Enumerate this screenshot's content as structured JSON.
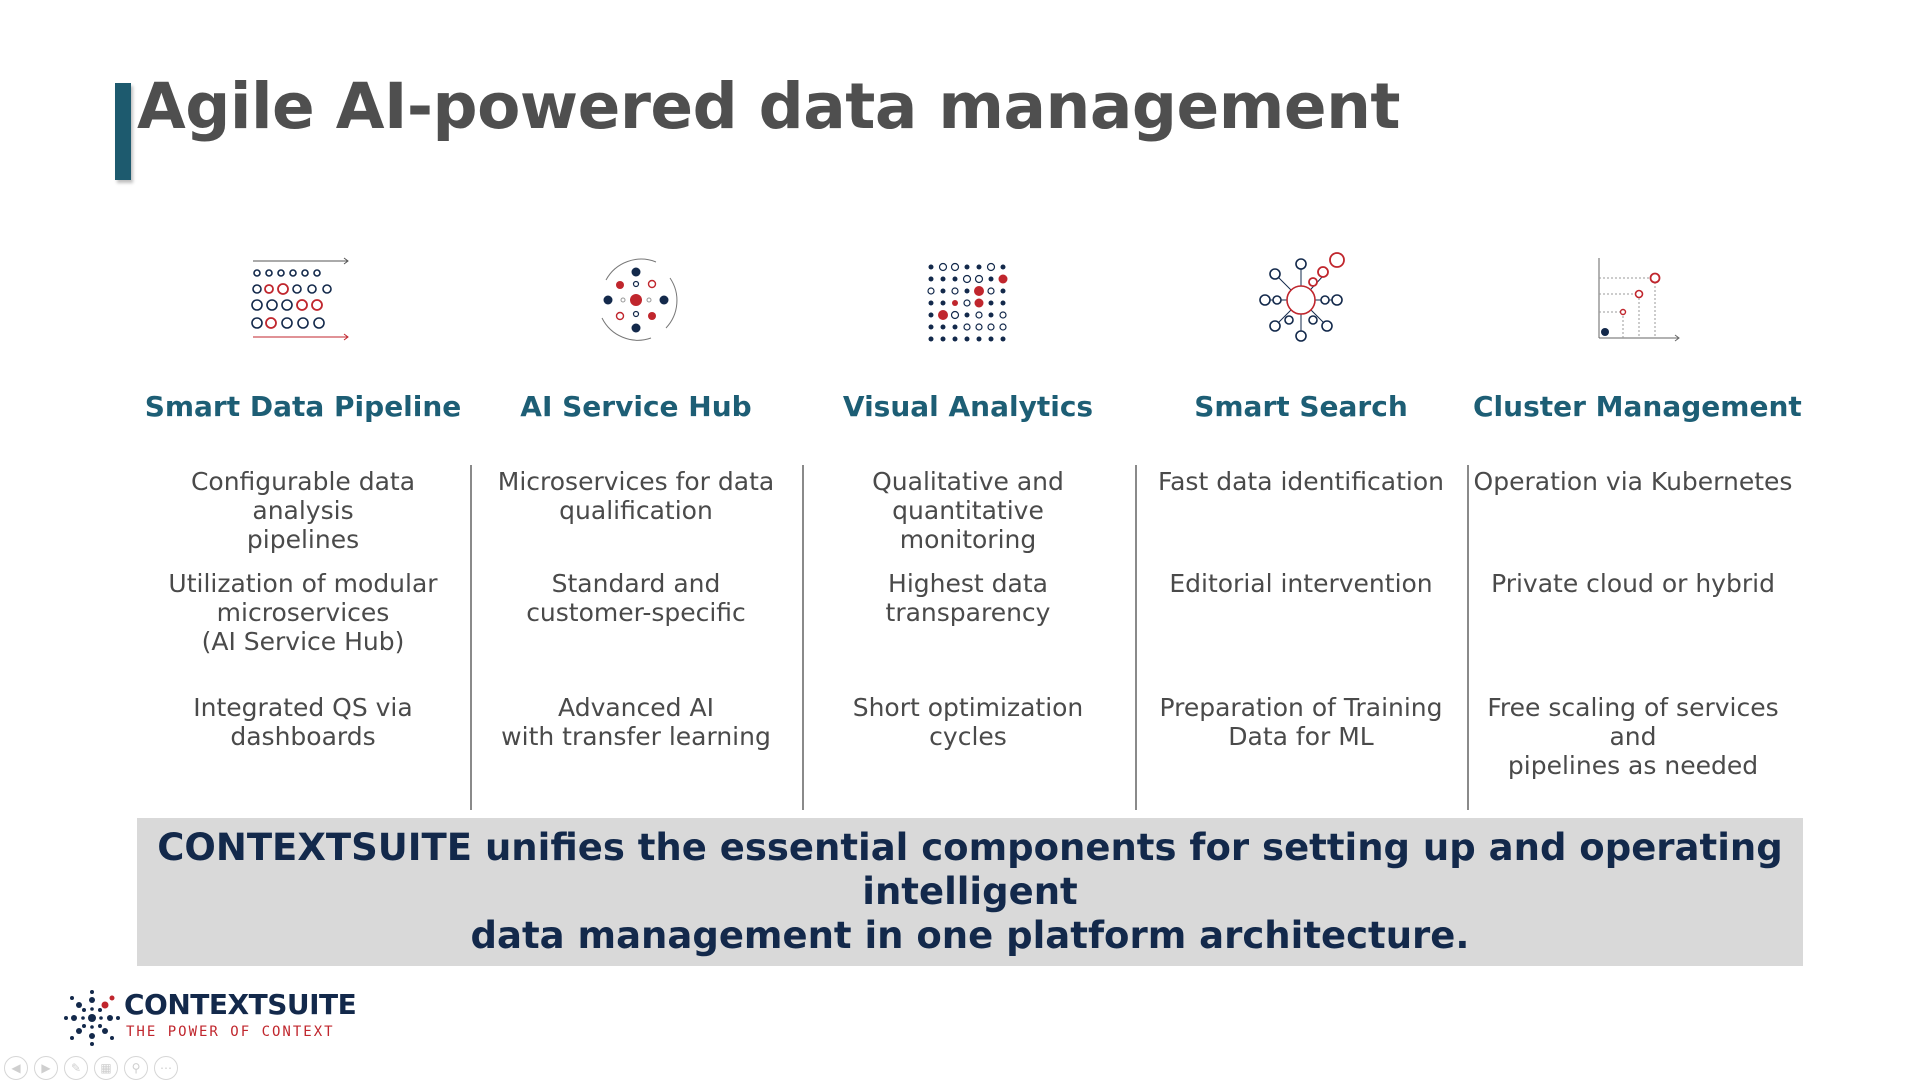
{
  "slide": {
    "title": "Agile AI-powered data management",
    "columns": [
      {
        "id": "pipeline",
        "icon": "pipeline-matrix-icon",
        "title": "Smart Data Pipeline",
        "features": [
          "Configurable data analysis\npipelines",
          "Utilization of modular\nmicroservices\n(AI Service Hub)",
          "Integrated QS via\ndashboards"
        ]
      },
      {
        "id": "hub",
        "icon": "service-hub-icon",
        "title": "AI Service Hub",
        "features": [
          "Microservices for data\nqualification",
          "Standard and\ncustomer-specific",
          "Advanced AI\nwith transfer learning"
        ]
      },
      {
        "id": "analytics",
        "icon": "dot-grid-analytics-icon",
        "title": "Visual Analytics",
        "features": [
          "Qualitative and quantitative\nmonitoring",
          "Highest data\ntransparency",
          "Short optimization\ncycles"
        ]
      },
      {
        "id": "search",
        "icon": "network-search-icon",
        "title": "Smart Search",
        "features": [
          "Fast data identification",
          "Editorial intervention",
          "Preparation of Training\nData for ML"
        ]
      },
      {
        "id": "cluster",
        "icon": "scaling-chart-icon",
        "title": "Cluster Management",
        "features": [
          "Operation via Kubernetes",
          "Private cloud or hybrid",
          "Free scaling of services and\npipelines as needed"
        ]
      }
    ],
    "banner": {
      "line1": "CONTEXTSUITE unifies the essential components for setting up and operating intelligent",
      "line2": "data management in one platform architecture."
    },
    "logo": {
      "name_part1": "CONTEXT",
      "name_part2": "SUITE",
      "tagline": "THE POWER OF CONTEXT"
    },
    "colors": {
      "accent_bar": "#1d5a6e",
      "column_title": "#1d5e75",
      "banner_bg": "#d9d9d9",
      "banner_text": "#13294b",
      "red": "#c0262d",
      "navy": "#13294b"
    },
    "controls": [
      "prev-icon",
      "next-icon",
      "pen-icon",
      "slides-icon",
      "zoom-icon",
      "more-icon"
    ]
  }
}
